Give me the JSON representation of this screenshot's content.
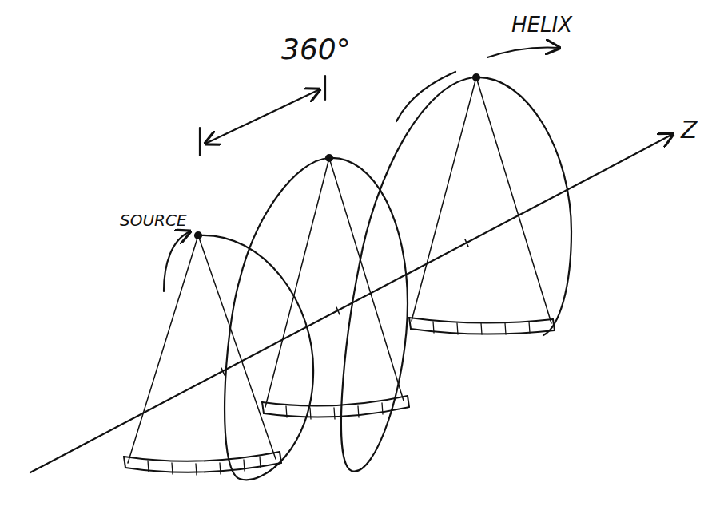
{
  "diagram": {
    "labels": [
      "HELIX",
      "360°",
      "SOURCE",
      "Z"
    ]
  }
}
